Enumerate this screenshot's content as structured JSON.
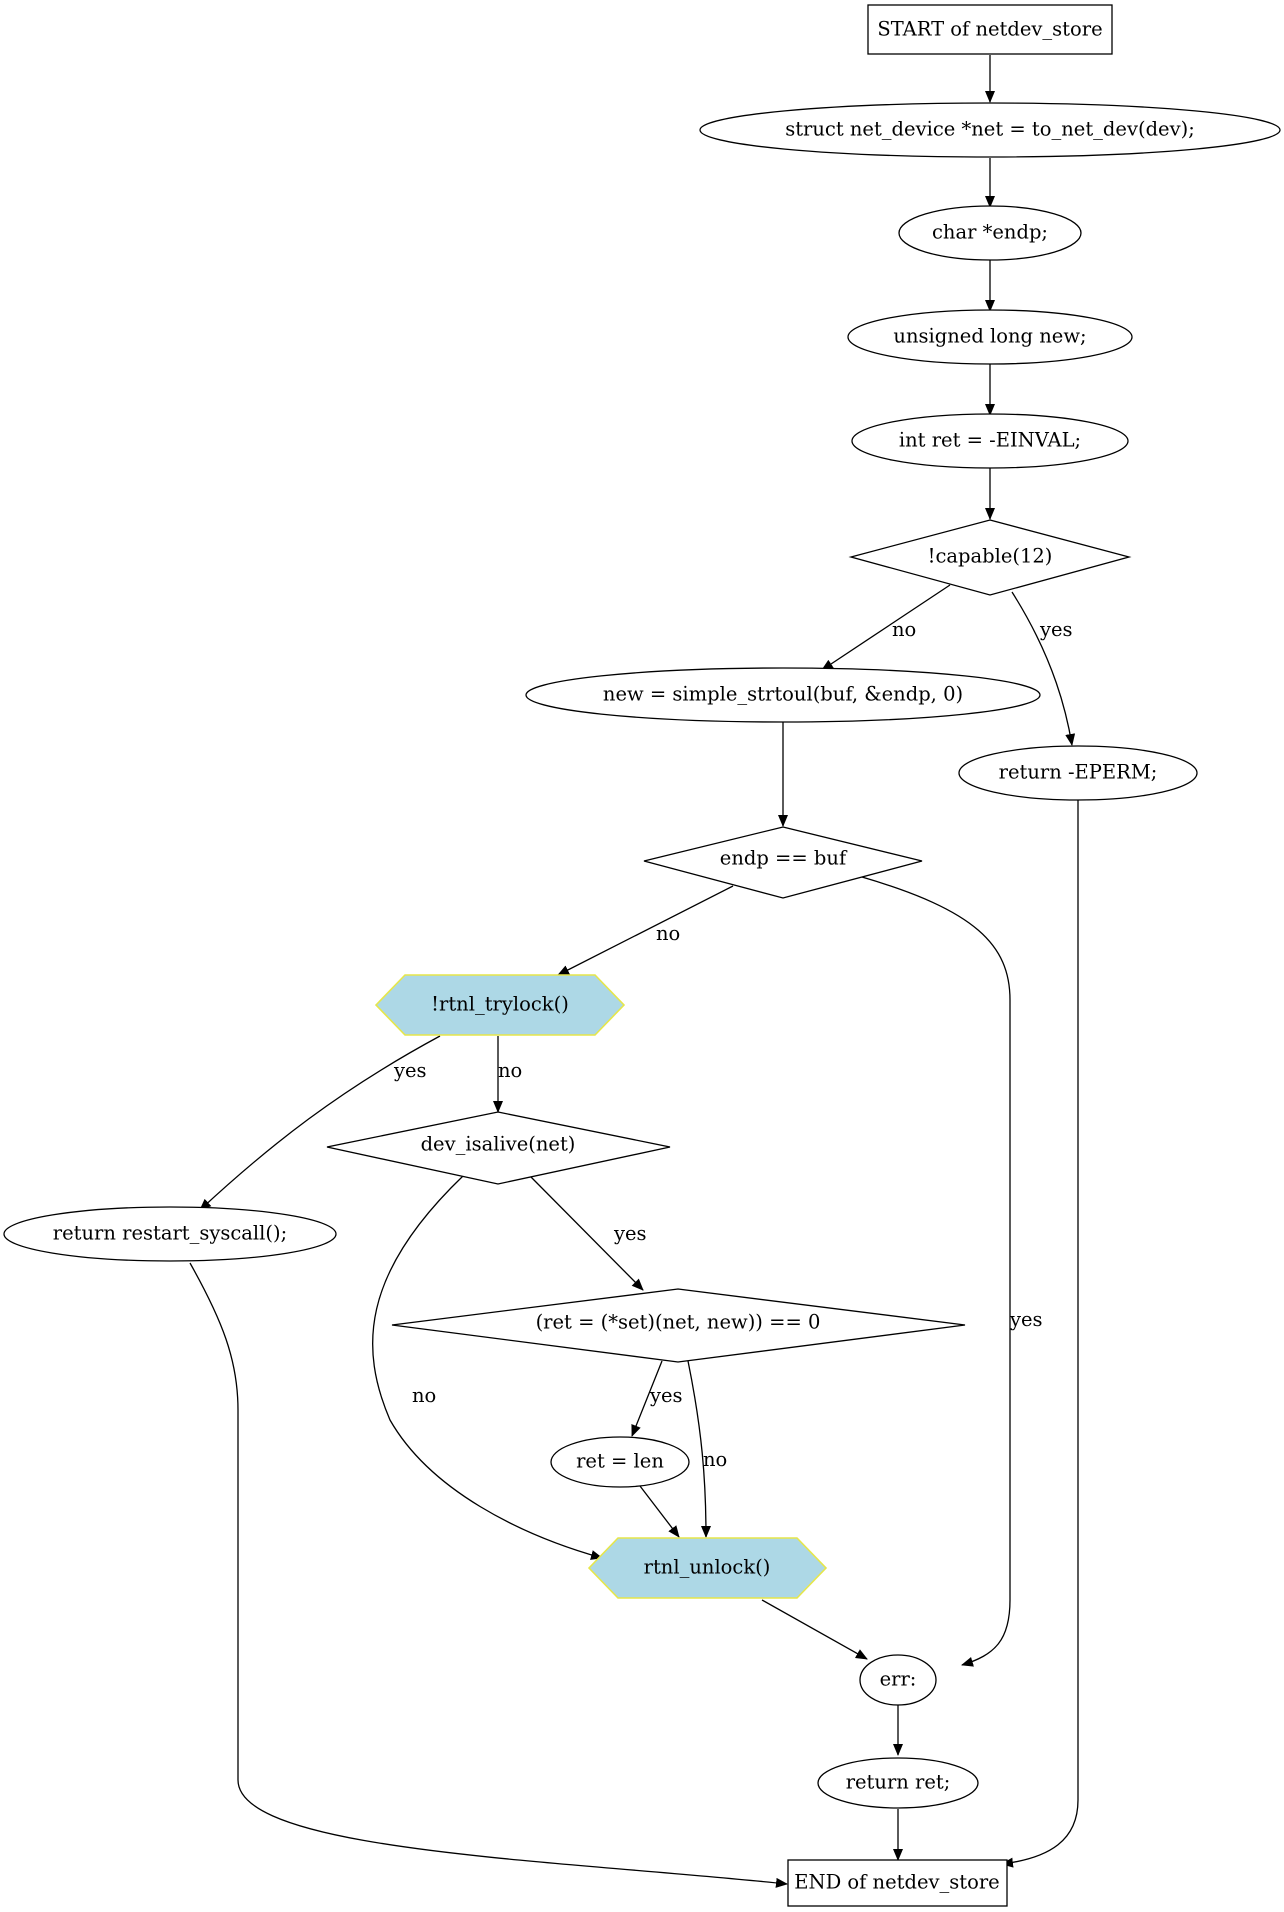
{
  "nodes": {
    "start": "START of netdev_store",
    "decl_net": "struct net_device *net = to_net_dev(dev);",
    "decl_endp": "char *endp;",
    "decl_new": "unsigned long new;",
    "decl_ret": "int ret = -EINVAL;",
    "cond_capable": "!capable(12)",
    "assign_new": "new = simple_strtoul(buf, &endp, 0)",
    "ret_eperm": "return -EPERM;",
    "cond_endp": "endp == buf",
    "cond_trylock": "!rtnl_trylock()",
    "cond_isalive": "dev_isalive(net)",
    "ret_restart": "return restart_syscall();",
    "cond_set": "(ret = (*set)(net, new)) == 0",
    "assign_ret": "ret = len",
    "rtnl_unlock": "rtnl_unlock()",
    "label_err": "err:",
    "ret_ret": "return ret;",
    "end": "END of netdev_store"
  },
  "edge_labels": {
    "capable_no": "no",
    "capable_yes": "yes",
    "endp_no": "no",
    "endp_yes": "yes",
    "trylock_yes": "yes",
    "trylock_no": "no",
    "isalive_yes": "yes",
    "isalive_no": "no",
    "set_yes": "yes",
    "set_no": "no"
  },
  "colors": {
    "lock_fill": "#add8e6",
    "lock_stroke": "#e6e64a"
  }
}
